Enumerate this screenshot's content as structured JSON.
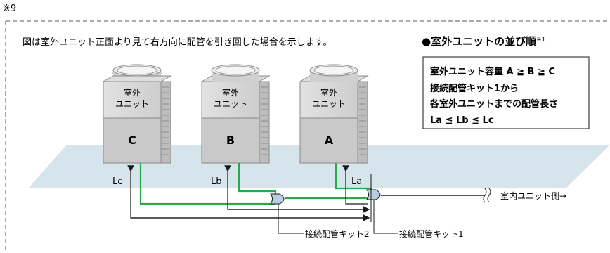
{
  "footnote_marker": "※9",
  "caption": "図は室外ユニット正面より見て右方向に配管を引き回した場合を示します。",
  "order_box": {
    "heading": "●室外ユニットの並び順",
    "heading_note": "※1",
    "lines": [
      "室外ユニット容量  A ≧ B ≧ C",
      "接続配管キット1から",
      "各室外ユニットまでの配管長さ",
      "La ≦ Lb ≦ Lc"
    ]
  },
  "units": [
    {
      "id": "C",
      "label_line1": "室外",
      "label_line2": "ユニット",
      "letter": "C",
      "pipe_label": "Lc"
    },
    {
      "id": "B",
      "label_line1": "室外",
      "label_line2": "ユニット",
      "letter": "B",
      "pipe_label": "Lb"
    },
    {
      "id": "A",
      "label_line1": "室外",
      "label_line2": "ユニット",
      "letter": "A",
      "pipe_label": "La"
    }
  ],
  "kits": {
    "kit2": "接続配管キット2",
    "kit1": "接続配管キット1"
  },
  "indoor_side": "室内ユニット側→",
  "colors": {
    "pipe_green": "#2aa84a",
    "floor": "#d6e4ec",
    "unit_top": "#e8e8e8",
    "unit_body": "#d9d9d9",
    "unit_lower": "#c4c4c4",
    "dashed_border": "#555555"
  }
}
